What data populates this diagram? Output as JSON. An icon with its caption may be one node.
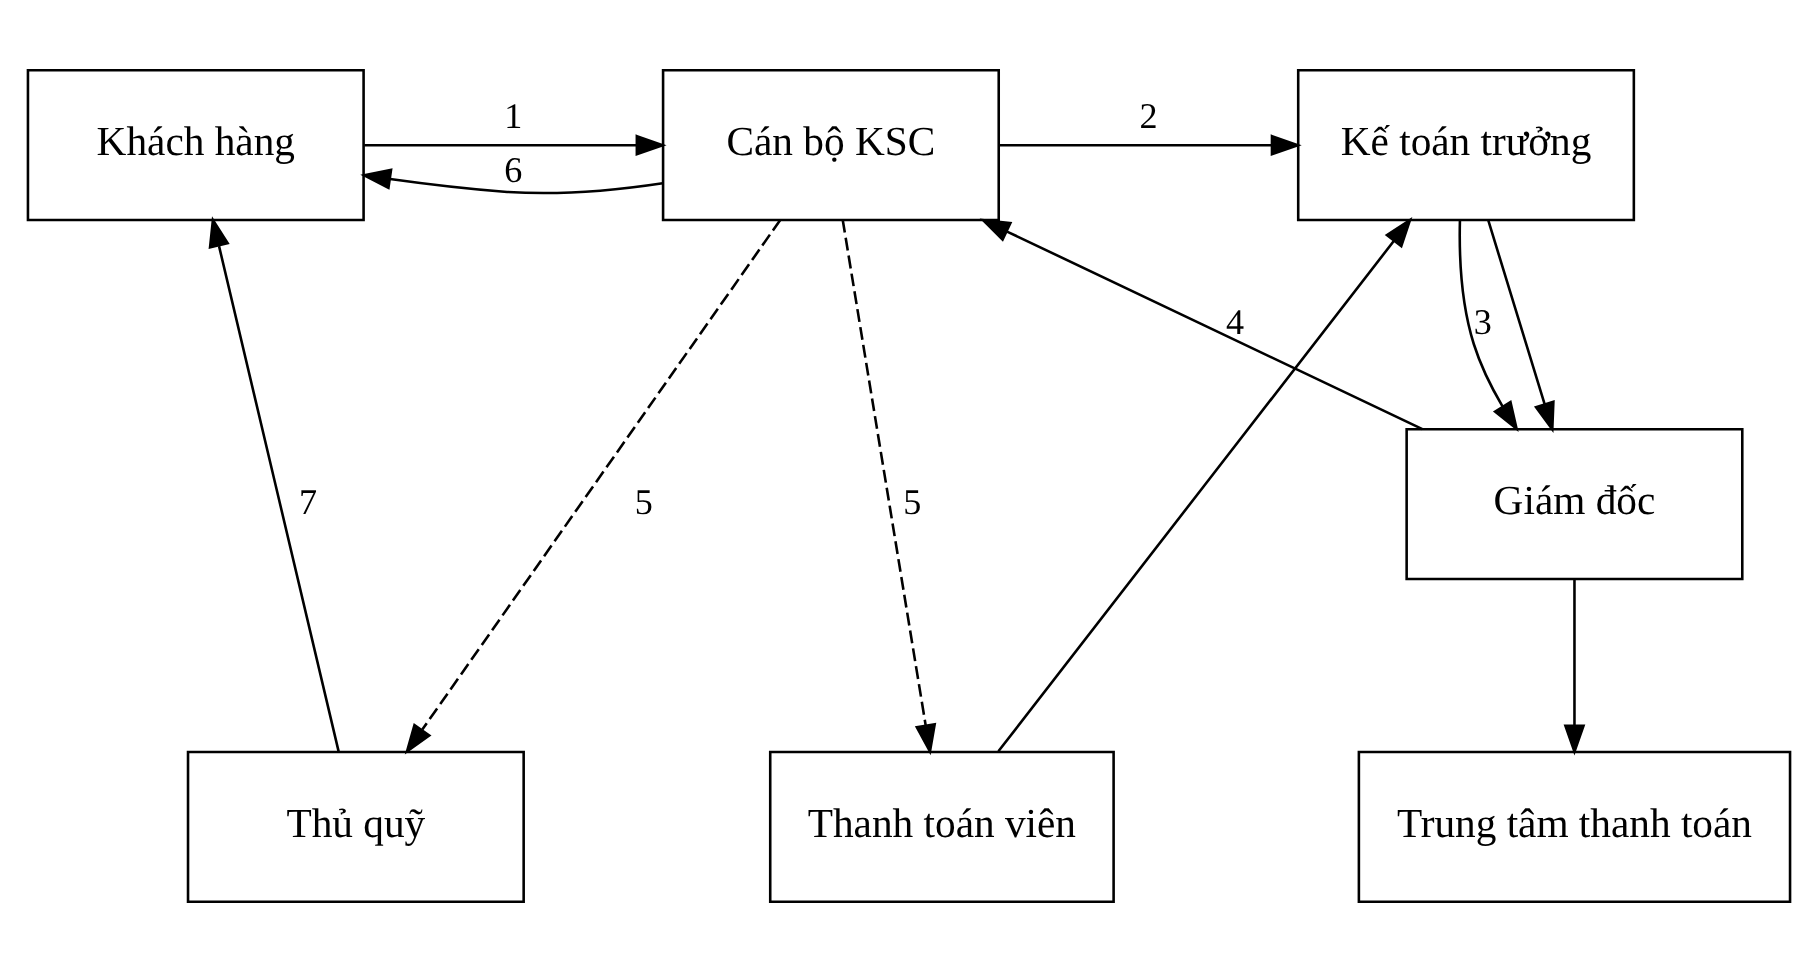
{
  "diagram": {
    "nodes": [
      {
        "text": [
          "Khách hàng"
        ]
      },
      {
        "text": [
          "Cán bộ KSC"
        ]
      },
      {
        "text": [
          "Kế toán trưởng"
        ]
      },
      {
        "text": [
          "Giám đốc"
        ]
      },
      {
        "text": [
          "Thủ quỹ"
        ]
      },
      {
        "text": [
          "Thanh toán viên"
        ]
      },
      {
        "text": [
          "Trung tâm thanh toán"
        ]
      }
    ],
    "edges": [
      {
        "from": 0,
        "to": 1,
        "arrow": "to",
        "label": "1"
      },
      {
        "from": 1,
        "to": 0,
        "arrow": "to",
        "label": "6"
      },
      {
        "from": 1,
        "to": 2,
        "arrow": "to",
        "label": "2"
      },
      {
        "from": 2,
        "to": 3,
        "arrow": "to",
        "label": "3"
      },
      {
        "from": 2,
        "to": 3,
        "arrow": "to"
      },
      {
        "from": 3,
        "to": 1,
        "arrow": "to",
        "label": "4"
      },
      {
        "from": 1,
        "to": 4,
        "arrow": "to",
        "label": "5",
        "style": "dashed"
      },
      {
        "from": 1,
        "to": 5,
        "arrow": "to",
        "label": "5",
        "style": "dashed"
      },
      {
        "from": 5,
        "to": 2,
        "arrow": "to"
      },
      {
        "from": 4,
        "to": 0,
        "arrow": "to",
        "label": "7"
      },
      {
        "from": 3,
        "to": 6,
        "arrow": "to"
      }
    ]
  }
}
